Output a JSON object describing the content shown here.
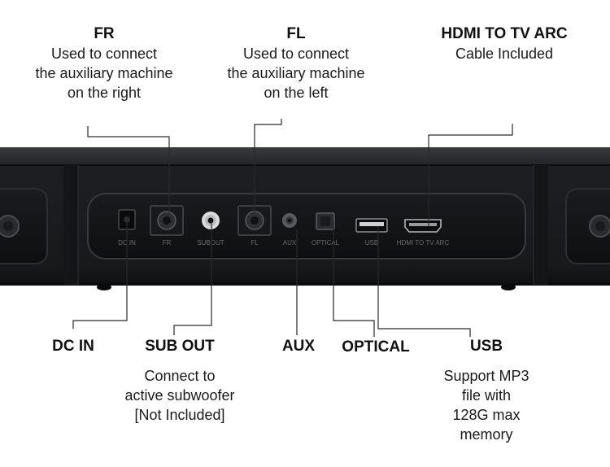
{
  "callouts": {
    "fr": {
      "title": "FR",
      "desc": [
        "Used to connect",
        "the auxiliary machine",
        "on the right"
      ]
    },
    "fl": {
      "title": "FL",
      "desc": [
        "Used to connect",
        "the auxiliary machine",
        "on the left"
      ]
    },
    "hdmi": {
      "title": "HDMI TO TV ARC",
      "desc": [
        "Cable Included"
      ]
    },
    "dc_in": {
      "title": "DC IN"
    },
    "sub_out": {
      "title": "SUB OUT",
      "desc": [
        "Connect to",
        "active subwoofer",
        "[Not Included]"
      ]
    },
    "aux": {
      "title": "AUX"
    },
    "optical": {
      "title": "OPTICAL"
    },
    "usb": {
      "title": "USB",
      "desc": [
        "Support MP3",
        "file with",
        "128G max",
        "memory"
      ]
    }
  },
  "port_labels": {
    "dc_in": "DC IN",
    "fr": "FR",
    "sub_out": "SUBOUT",
    "fl": "FL",
    "aux": "AUX",
    "optical": "OPTICAL",
    "usb": "USB",
    "hdmi": "HDMI TO TV ARC"
  },
  "colors": {
    "body": "#1c1d20",
    "panel": "#121315",
    "line": "#2a2a2a"
  }
}
